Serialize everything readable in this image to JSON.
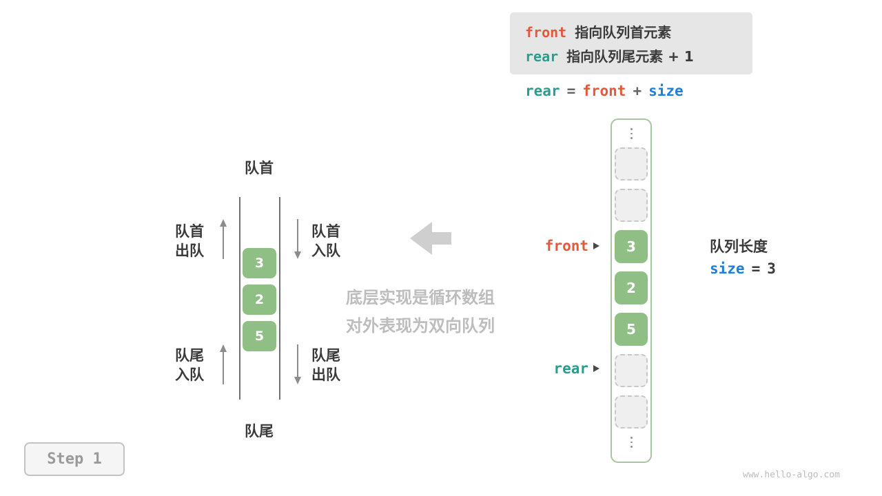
{
  "legend": {
    "front_token": "front",
    "front_desc": "指向队列首元素",
    "rear_token": "rear",
    "rear_desc": "指向队列尾元素 + 1"
  },
  "formula": {
    "rear": "rear",
    "eq": "=",
    "front": "front",
    "plus": "+",
    "size": "size"
  },
  "queue": {
    "top_label": "队首",
    "bottom_label": "队尾",
    "left_top_label": "队首\n出队",
    "left_bottom_label": "队尾\n入队",
    "right_top_label": "队首\n入队",
    "right_bottom_label": "队尾\n出队",
    "values": [
      "3",
      "2",
      "5"
    ]
  },
  "caption": {
    "line1": "底层实现是循环数组",
    "line2": "对外表现为双向队列"
  },
  "array": {
    "cells": [
      "",
      "",
      "3",
      "2",
      "5",
      "",
      ""
    ],
    "front_label": "front",
    "rear_label": "rear"
  },
  "length_info": {
    "title": "队列长度",
    "size_token": "size",
    "eq": "=",
    "value": "3"
  },
  "step": {
    "label": "Step 1"
  },
  "watermark": "www.hello-algo.com",
  "colors": {
    "front": "#e4593c",
    "rear": "#2a9d8f",
    "size": "#1e7fd6",
    "cell_green": "#8fbf85"
  }
}
